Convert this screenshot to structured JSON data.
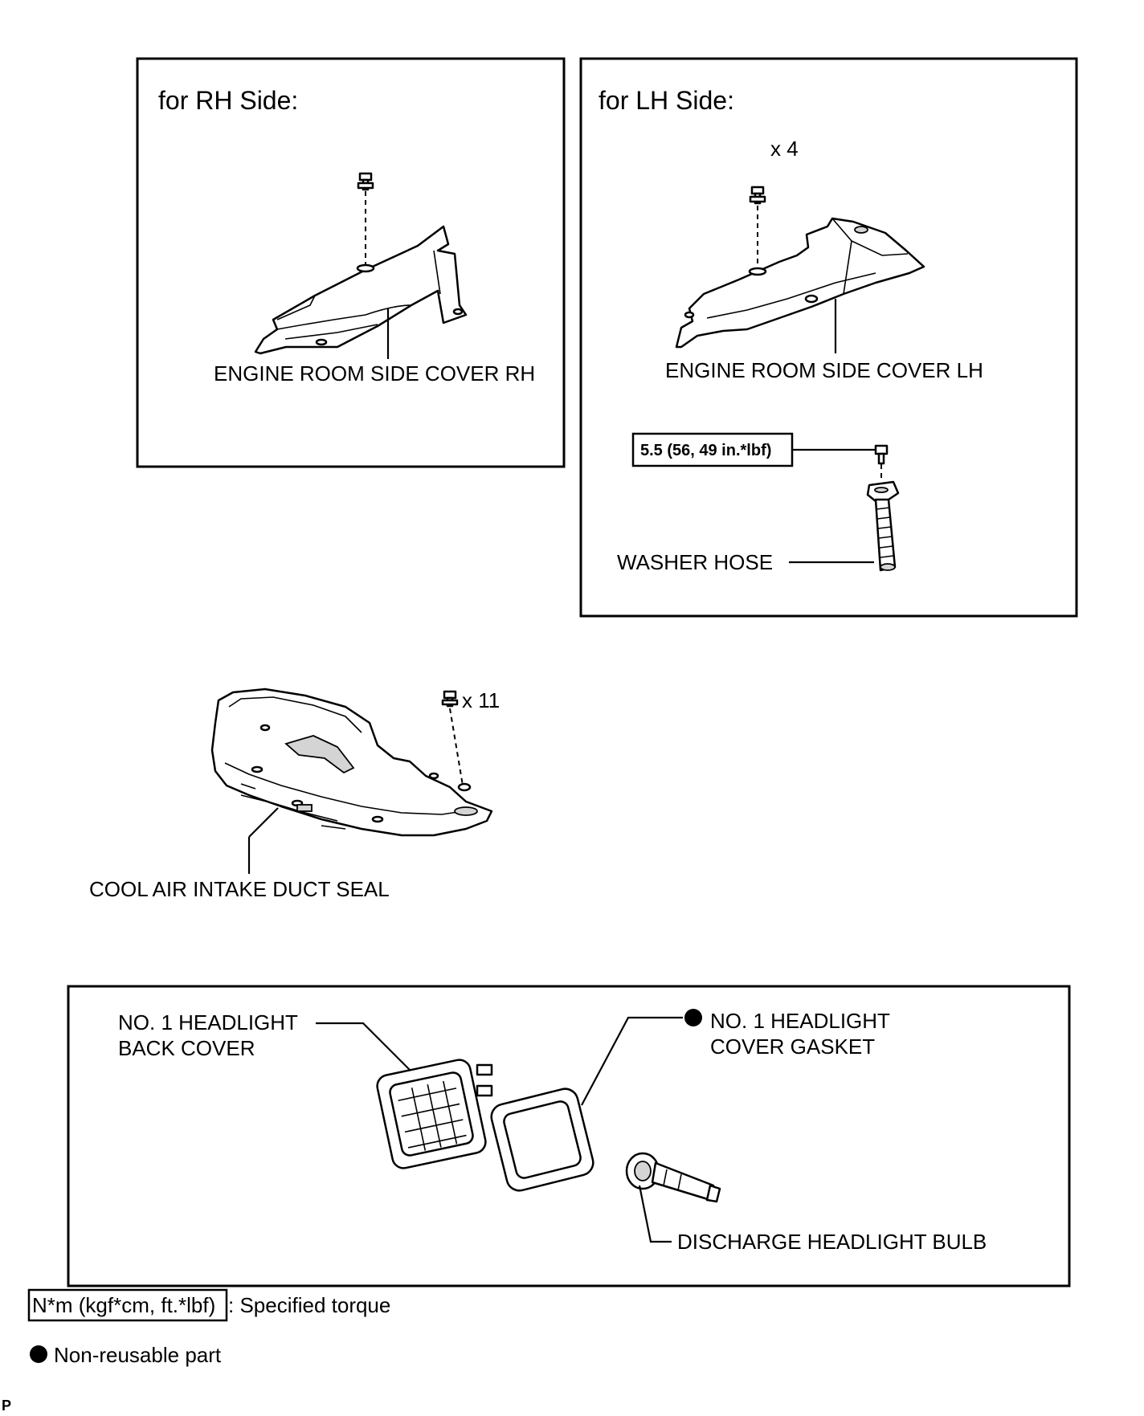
{
  "panels": {
    "rh": {
      "title": "for RH Side:",
      "part_label": "ENGINE ROOM SIDE COVER RH"
    },
    "lh": {
      "title": "for LH Side:",
      "clip_count": "x 4",
      "part_label": "ENGINE ROOM SIDE COVER LH",
      "torque_value": "5.5 (56, 49 in.*lbf)",
      "hose_label": "WASHER HOSE"
    },
    "seal": {
      "clip_count": "x 11",
      "part_label": "COOL AIR INTAKE DUCT SEAL"
    },
    "headlight": {
      "back_cover_line1": "NO. 1 HEADLIGHT",
      "back_cover_line2": "BACK COVER",
      "gasket_line1": "NO. 1 HEADLIGHT",
      "gasket_line2": "COVER GASKET",
      "bulb_label": "DISCHARGE HEADLIGHT BULB"
    }
  },
  "legend": {
    "torque_unit": "N*m (kgf*cm, ft.*lbf)",
    "torque_desc": ": Specified torque",
    "nonreusable_desc": "Non-reusable part"
  },
  "corner_mark": "P"
}
